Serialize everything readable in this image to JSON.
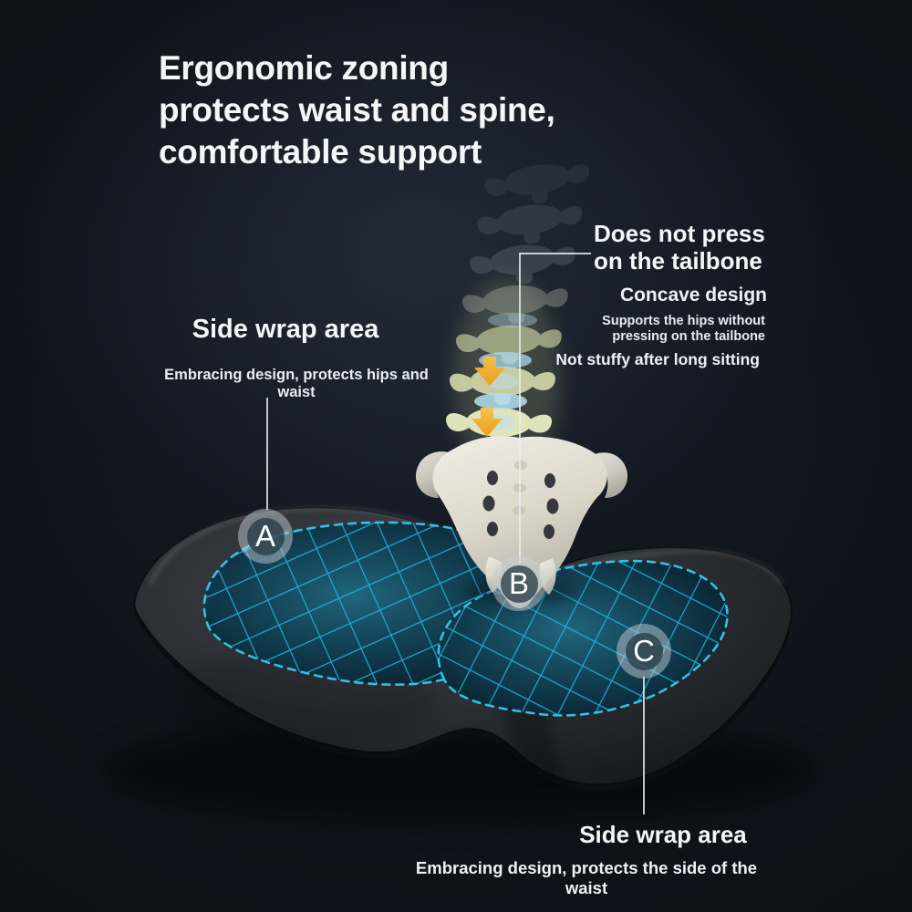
{
  "header": {
    "title_lines": [
      "Ergonomic zoning",
      "protects waist and spine,",
      "comfortable support"
    ]
  },
  "callout_tailbone": {
    "title_line1": "Does not press",
    "title_line2": "on the tailbone",
    "feature": "Concave design",
    "detail_line1": "Supports the hips without",
    "detail_line2": "pressing on the tailbone",
    "note": "Not stuffy after long sitting"
  },
  "callout_left_wrap": {
    "title": "Side wrap area",
    "subtitle": "Embracing design, protects hips and waist"
  },
  "callout_bottom_wrap": {
    "title": "Side wrap area",
    "subtitle": "Embracing design, protects the side of the waist"
  },
  "markers": {
    "a": "A",
    "b": "B",
    "c": "C"
  },
  "illustration": {
    "spine_icon": "lumbar-spine-and-sacrum",
    "product_icon": "seat-cushion-with-comfort-zones"
  },
  "colors": {
    "background": "#0d1219",
    "text": "#f4f6f8",
    "zone_dash_cyan": "#38c6ec",
    "zone_mesh_cyan": "#23bae4",
    "zone_fill_teal": "#1d6e92",
    "arrow_orange": "#f2a71f",
    "bone_white": "#e8e5dc",
    "cushion_gray": "#2a2d32"
  }
}
